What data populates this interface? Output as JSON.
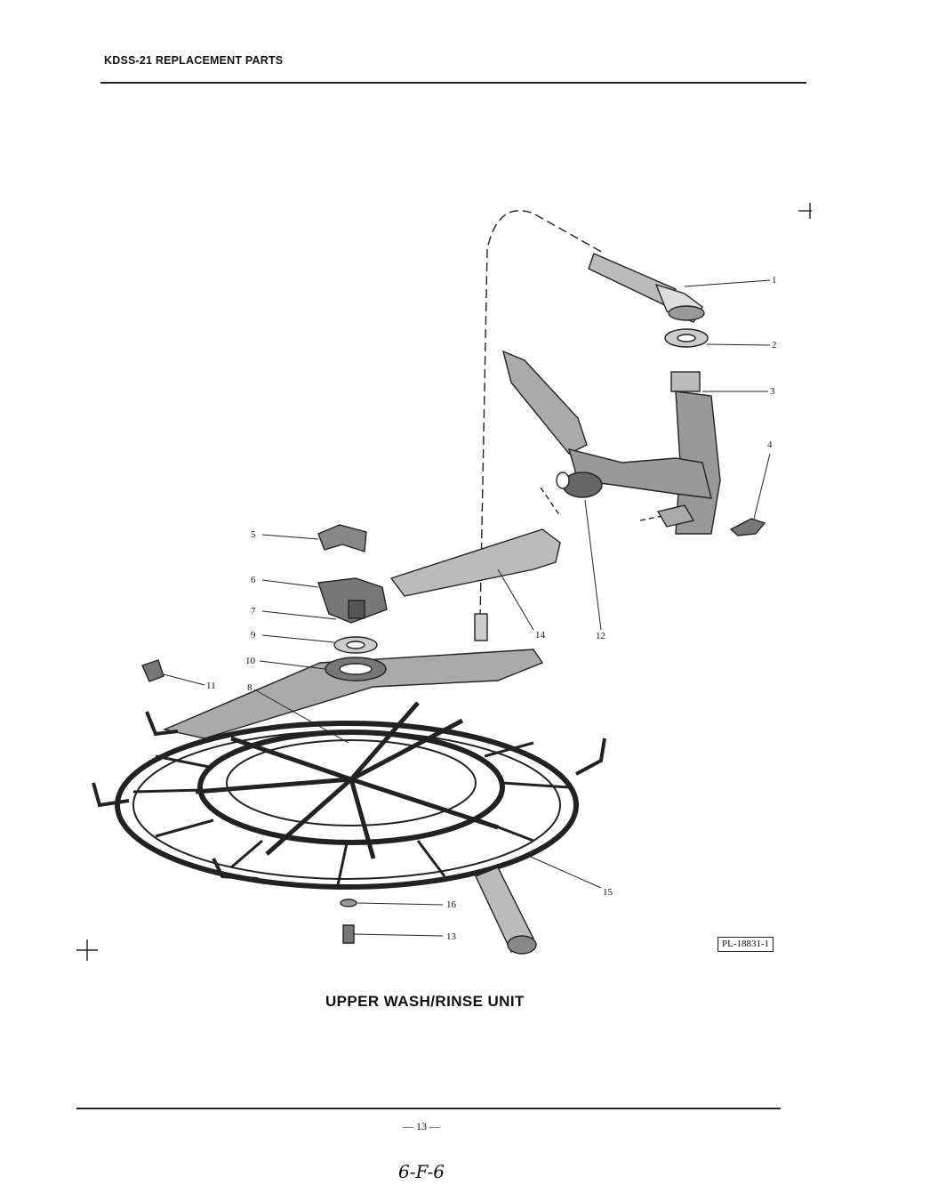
{
  "header": {
    "title": "KDSS-21 REPLACEMENT PARTS"
  },
  "diagram": {
    "callouts": [
      "1",
      "2",
      "3",
      "4",
      "5",
      "6",
      "7",
      "9",
      "10",
      "11",
      "8",
      "14",
      "12",
      "15",
      "16",
      "13"
    ]
  },
  "caption": "UPPER WASH/RINSE UNIT",
  "reference_code": "PL-18831-1",
  "footer": {
    "page_number": "— 13 —",
    "handwritten_note": "6-F-6"
  }
}
